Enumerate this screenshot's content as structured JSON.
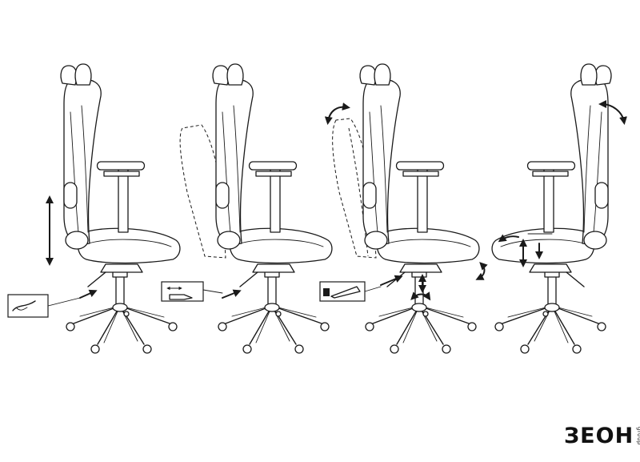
{
  "brand": {
    "logo_text": "ЗЕОН",
    "logo_sub": "group",
    "accent": "#1a1a1a",
    "background": "#ffffff"
  },
  "panels": [
    {
      "id": "seat-height",
      "icon": "lever-lift-icon"
    },
    {
      "id": "back-tilt-lock",
      "icon": "lever-slide-icon"
    },
    {
      "id": "backrest-recline",
      "icon": "lever-lock-icon"
    },
    {
      "id": "armrest-adjust",
      "icon": "armrest-arrows-icon"
    }
  ]
}
